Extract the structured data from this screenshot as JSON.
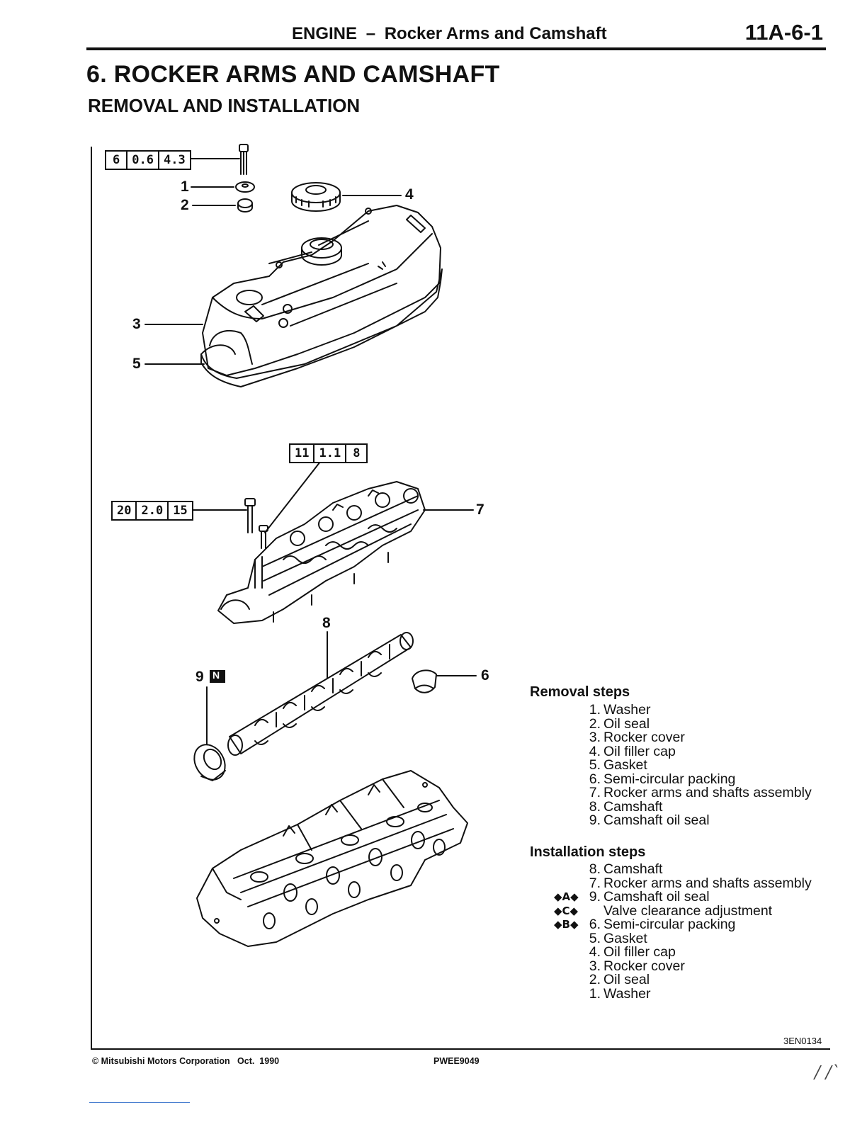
{
  "header": {
    "section": "ENGINE",
    "dash": "–",
    "subject": "Rocker Arms and Camshaft",
    "page_number": "11A-6-1"
  },
  "title": "6. ROCKER ARMS AND CAMSHAFT",
  "subtitle": "REMOVAL AND INSTALLATION",
  "torque_specs": [
    {
      "nm": "6",
      "kgm": "0.6",
      "ftlbs": "4.3"
    },
    {
      "nm": "11",
      "kgm": "1.1",
      "ftlbs": "8"
    },
    {
      "nm": "20",
      "kgm": "2.0",
      "ftlbs": "15"
    }
  ],
  "callouts": {
    "c1": "1",
    "c2": "2",
    "c3": "3",
    "c4": "4",
    "c5": "5",
    "c6": "6",
    "c7": "7",
    "c8": "8",
    "c9": "9",
    "n_badge": "N"
  },
  "removal": {
    "heading": "Removal steps",
    "steps": [
      {
        "num": "1.",
        "text": "Washer"
      },
      {
        "num": "2.",
        "text": "Oil seal"
      },
      {
        "num": "3.",
        "text": "Rocker cover"
      },
      {
        "num": "4.",
        "text": "Oil filler cap"
      },
      {
        "num": "5.",
        "text": "Gasket"
      },
      {
        "num": "6.",
        "text": "Semi-circular packing"
      },
      {
        "num": "7.",
        "text": "Rocker arms and shafts assembly"
      },
      {
        "num": "8.",
        "text": "Camshaft"
      },
      {
        "num": "9.",
        "text": "Camshaft oil seal"
      }
    ]
  },
  "installation": {
    "heading": "Installation steps",
    "steps": [
      {
        "marker": "",
        "num": "8.",
        "text": "Camshaft"
      },
      {
        "marker": "",
        "num": "7.",
        "text": "Rocker arms and shafts assembly"
      },
      {
        "marker": "◆A◆",
        "num": "9.",
        "text": "Camshaft oil seal"
      },
      {
        "marker": "◆C◆",
        "num": "",
        "text": "Valve clearance adjustment"
      },
      {
        "marker": "◆B◆",
        "num": "6.",
        "text": "Semi-circular packing"
      },
      {
        "marker": "",
        "num": "5.",
        "text": "Gasket"
      },
      {
        "marker": "",
        "num": "4.",
        "text": "Oil filler cap"
      },
      {
        "marker": "",
        "num": "3.",
        "text": "Rocker cover"
      },
      {
        "marker": "",
        "num": "2.",
        "text": "Oil seal"
      },
      {
        "marker": "",
        "num": "1.",
        "text": "Washer"
      }
    ]
  },
  "figure_code": "3EN0134",
  "footer": {
    "copyright": "© Mitsubishi Motors Corporation   Oct.  1990",
    "doc_code": "PWEE9049"
  },
  "handwritten_mark": "/ /ˋ"
}
